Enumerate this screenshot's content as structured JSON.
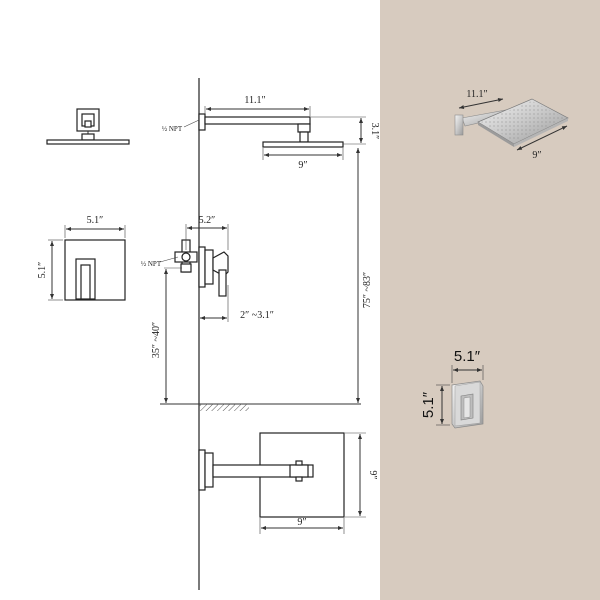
{
  "panel_color": "#d7cbbf",
  "line_color": "#333333",
  "labels": {
    "arm_length": "11.1″",
    "arm_drop": "3.1″",
    "head_width": "9″",
    "npt_top": "½ NPT",
    "npt_valve": "½ NPT",
    "plate_width": "5.1″",
    "plate_height": "5.1″",
    "valve_depth": "5.2″",
    "wall_depth": "2″ ~3.1″",
    "height_total": "75″ ~83″",
    "height_valve": "35″ ~40″",
    "head_side": "9″",
    "head_bottom": "9″",
    "photo_arm": "11.1″",
    "photo_head": "9″",
    "photo_plate_w": "5.1″",
    "photo_plate_h": "5.1″"
  }
}
